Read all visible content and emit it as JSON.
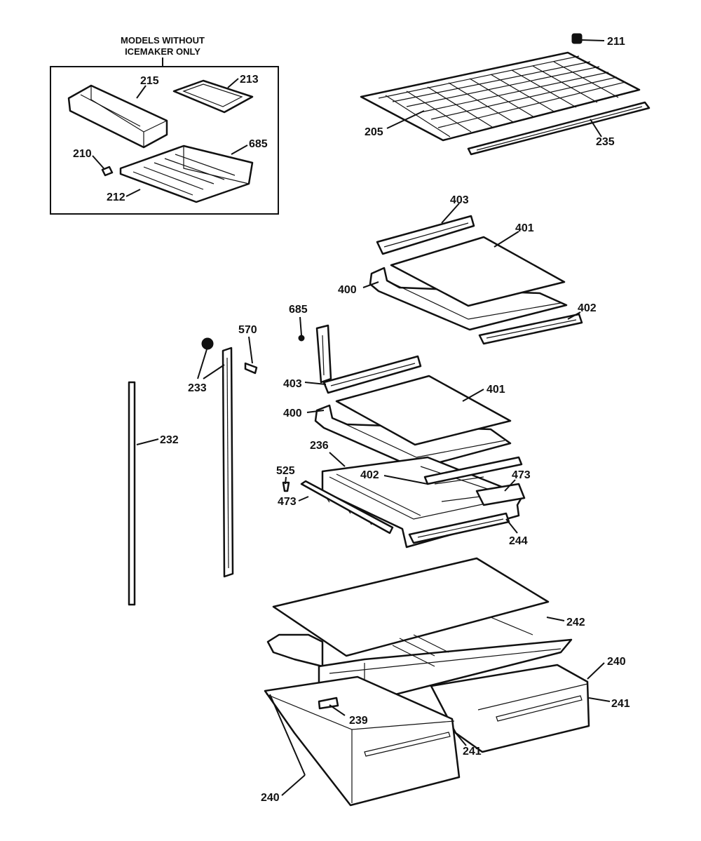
{
  "inset": {
    "title_line1": "MODELS WITHOUT",
    "title_line2": "ICEMAKER ONLY"
  },
  "labels": {
    "p211": "211",
    "p205": "205",
    "p235": "235",
    "p215": "215",
    "p213": "213",
    "p210": "210",
    "p685a": "685",
    "p212": "212",
    "p403a": "403",
    "p401a": "401",
    "p400a": "400",
    "p402a": "402",
    "p685b": "685",
    "p570": "570",
    "p233": "233",
    "p403b": "403",
    "p401b": "401",
    "p400b": "400",
    "p232": "232",
    "p236": "236",
    "p525": "525",
    "p402b": "402",
    "p473a": "473",
    "p473b": "473",
    "p244": "244",
    "p242": "242",
    "p240a": "240",
    "p241a": "241",
    "p239": "239",
    "p241b": "241",
    "p240b": "240"
  }
}
